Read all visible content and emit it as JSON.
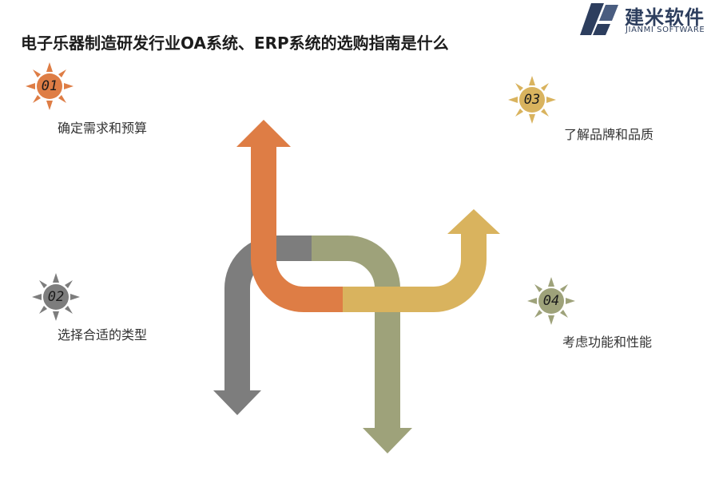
{
  "title": "电子乐器制造研发行业OA系统、ERP系统的选购指南是什么",
  "logo": {
    "name": "建米软件",
    "subtitle": "JIANMI SOFTWARE"
  },
  "steps": [
    {
      "number": "01",
      "label": "确定需求和预算",
      "color": "#de7d45"
    },
    {
      "number": "02",
      "label": "选择合适的类型",
      "color": "#7d7d7d"
    },
    {
      "number": "03",
      "label": "了解品牌和品质",
      "color": "#d9b35e"
    },
    {
      "number": "04",
      "label": "考虑功能和性能",
      "color": "#9ea27a"
    }
  ],
  "colors": {
    "orange": "#de7d45",
    "gray": "#7d7d7d",
    "olive": "#9ea27a",
    "gold": "#d9b35e",
    "brand": "#2d3e5e"
  }
}
